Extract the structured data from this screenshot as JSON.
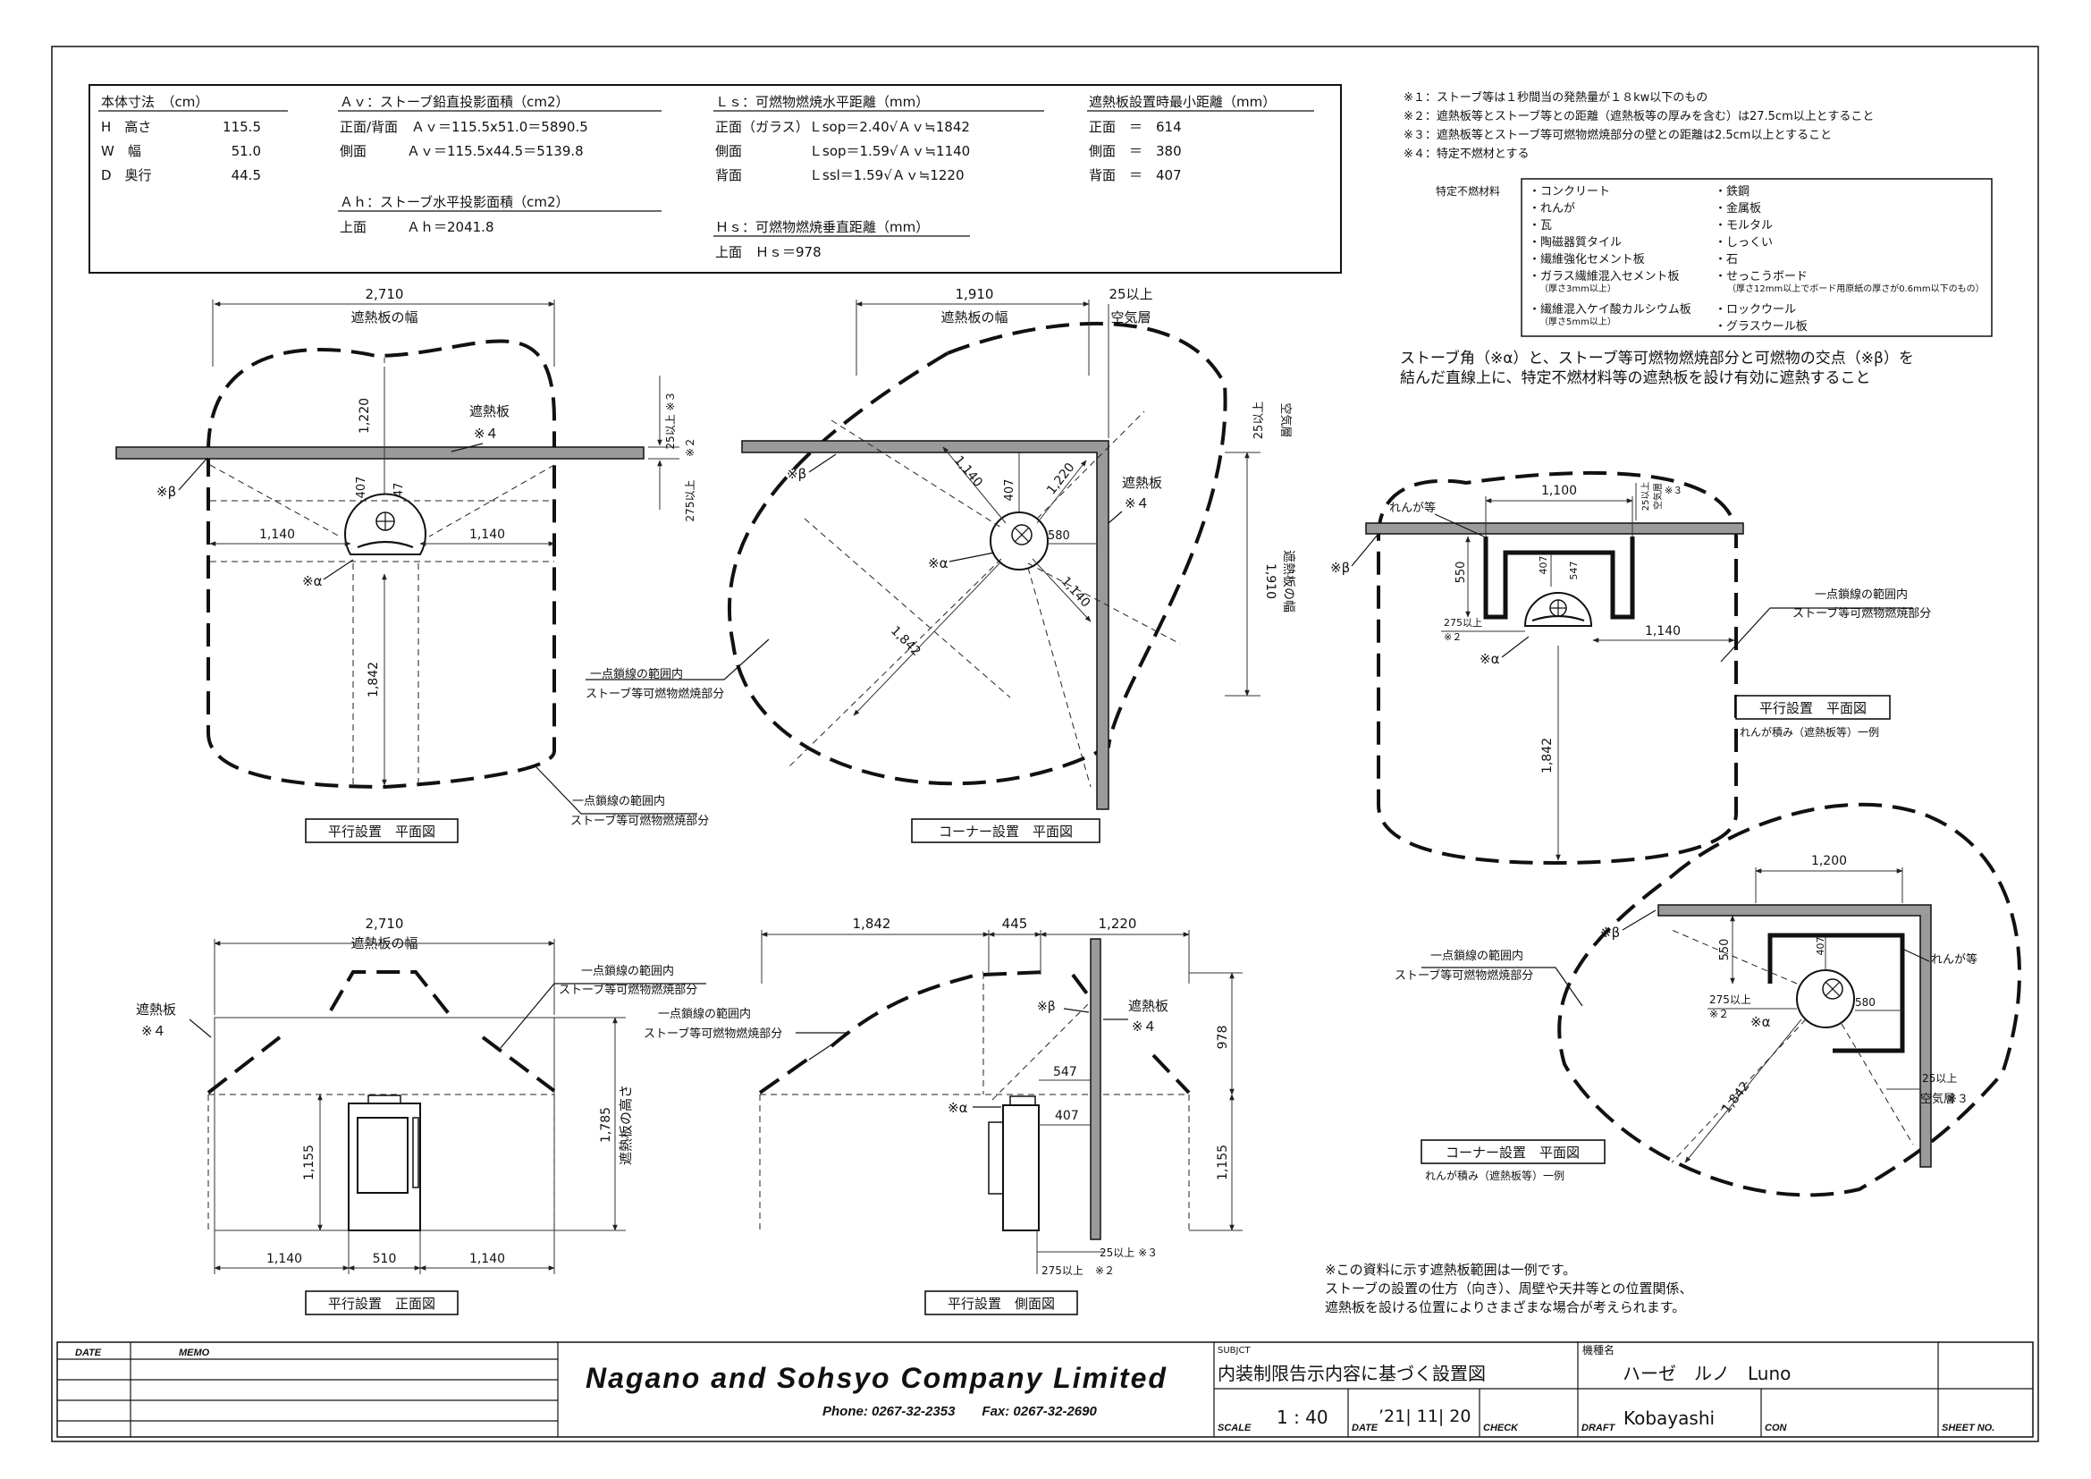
{
  "specs": {
    "body": {
      "title": "本体寸法　（cm）",
      "rows": [
        [
          "H　高さ",
          "115.5"
        ],
        [
          "W　幅",
          "51.0"
        ],
        [
          "D　奥行",
          "44.5"
        ]
      ]
    },
    "av": {
      "title": "Ａｖ：ストーブ鉛直投影面積（cm2）",
      "rows": [
        "正面/背面　Ａｖ＝115.5x51.0＝5890.5",
        "側面　　　Ａｖ＝115.5x44.5＝5139.8"
      ]
    },
    "ah": {
      "title": "Ａｈ：ストーブ水平投影面積（cm2）",
      "rows": [
        "上面　　　Ａｈ＝2041.8"
      ]
    },
    "ls": {
      "title": "Ｌｓ：可燃物燃焼水平距離（mm）",
      "rows": [
        "正面（ガラス）Ｌsop＝2.40√Ａｖ≒1842",
        "側面　　　　　Ｌsop＝1.59√Ａｖ≒1140",
        "背面　　　　　Ｌssl＝1.59√Ａｖ≒1220"
      ]
    },
    "hs": {
      "title": "Ｈｓ：可燃物燃焼垂直距離（mm）",
      "rows": [
        "上面　Ｈｓ＝978"
      ]
    },
    "min": {
      "title": "遮熱板設置時最小距離（mm）",
      "rows": [
        "正面　＝　614",
        "側面　＝　380",
        "背面　＝　407"
      ]
    }
  },
  "notes": [
    "※１：ストーブ等は１秒間当の発熱量が１８kw以下のもの",
    "※２：遮熱板等とストーブ等との距離（遮熱板等の厚みを含む）は27.5cm以上とすること",
    "※３：遮熱板等とストーブ等可燃物燃焼部分の壁との距離は2.5cm以上とすること",
    "※４：特定不燃材とする"
  ],
  "materials": {
    "label": "特定不燃材料",
    "left": [
      "・コンクリート",
      "・れんが",
      "・瓦",
      "・陶磁器質タイル",
      "・繊維強化セメント板",
      "・ガラス繊維混入セメント板",
      "（厚さ3mm以上）",
      "・繊維混入ケイ酸カルシウム板",
      "（厚さ5mm以上）"
    ],
    "right": [
      "・鉄鋼",
      "・金属板",
      "・モルタル",
      "・しっくい",
      "・石",
      "・せっこうボード",
      "（厚さ12mm以上でボード用原紙の厚さが0.6mm以下のもの）",
      "・ロックウール",
      "・グラスウール板"
    ]
  },
  "instruction": [
    "ストーブ角（※α）と、ストーブ等可燃物燃焼部分と可燃物の交点（※β）を",
    "結んだ直線上に、特定不燃材料等の遮熱板を設け有効に遮熱すること"
  ],
  "disclaimer": [
    "※この資料に示す遮熱板範囲は一例です。",
    "ストーブの設置の仕方（向き）、周壁や天井等との位置関係、",
    "遮熱板を設ける位置によりさまざまな場合が考えられます。"
  ],
  "labels": {
    "shield": "遮熱板",
    "shield_width": "遮熱板の幅",
    "shield_height": "遮熱板の高さ",
    "note4": "※４",
    "note2": "※２",
    "note3": "※３",
    "alpha": "※α",
    "beta": "※β",
    "air": "空気層",
    "air25": "25以上",
    "air25n3": "25以上 ※３",
    "d275": "275以上",
    "brick": "れんが等",
    "range1": "一点鎖線の範囲内",
    "range2": "ストーブ等可燃物燃焼部分",
    "brick_example": "れんが積み（遮熱板等）一例"
  },
  "dims": {
    "d2710": "2,710",
    "d1910": "1,910",
    "d1220": "1,220",
    "d407": "407",
    "d547": "547",
    "d1140": "1,140",
    "d1842": "1,842",
    "d580": "580",
    "d1100": "1,100",
    "d550": "550",
    "d1200": "1,200",
    "d445": "445",
    "d978": "978",
    "d1155": "1,155",
    "d1785": "1,785",
    "d510": "510",
    "d25": "25以上",
    "d275": "275以上"
  },
  "captions": {
    "c1": "平行設置　平面図",
    "c2": "コーナー設置　平面図",
    "c3": "平行設置　平面図",
    "c4": "平行設置　正面図",
    "c5": "平行設置　側面図",
    "c6": "コーナー設置　平面図"
  },
  "title_block": {
    "date": "DATE",
    "memo": "MEMO",
    "company": "Nagano and Sohsyo Company Limited",
    "phone": "Phone: 0267-32-2353　　Fax: 0267-32-2690",
    "subject_label": "SUBJCT",
    "subject": "内装制限告示内容に基づく設置図",
    "model_label": "機種名",
    "model": "ハーゼ　ルノ　Luno",
    "scale_label": "SCALE",
    "scale": "1 : 40",
    "date_label": "DATE",
    "date_value": "’21| 11| 20",
    "check_label": "CHECK",
    "draft_label": "DRAFT",
    "draft": "Kobayashi",
    "con_label": "CON",
    "sheet_label": "SHEET NO."
  }
}
